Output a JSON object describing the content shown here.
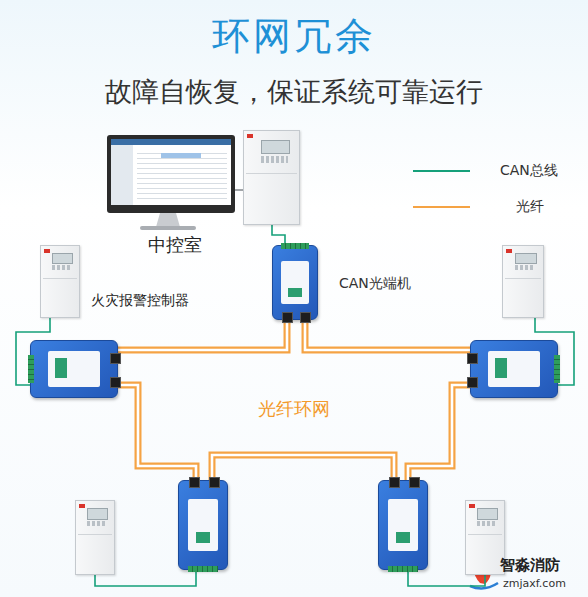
{
  "diagram": {
    "title": "环网冗余",
    "nodes": [
      {
        "text": [
          "中控室"
        ]
      },
      {
        "text": []
      },
      {
        "text": [
          "CAN光端机"
        ]
      },
      {
        "text": [
          "火灾报警控制器"
        ]
      },
      {
        "text": []
      },
      {
        "text": []
      },
      {
        "text": []
      },
      {
        "text": []
      },
      {
        "text": []
      },
      {
        "text": []
      },
      {
        "text": []
      }
    ],
    "edges": [
      {
        "from": 0,
        "to": 1,
        "arrow": "none"
      },
      {
        "from": 1,
        "to": 2,
        "arrow": "none"
      },
      {
        "from": 2,
        "to": 4,
        "arrow": "none"
      },
      {
        "from": 2,
        "to": 6,
        "arrow": "none"
      },
      {
        "from": 3,
        "to": 4,
        "arrow": "none"
      },
      {
        "from": 5,
        "to": 6,
        "arrow": "none"
      },
      {
        "from": 4,
        "to": 8,
        "arrow": "none"
      },
      {
        "from": 6,
        "to": 9,
        "arrow": "none"
      },
      {
        "from": 8,
        "to": 9,
        "arrow": "none"
      },
      {
        "from": 7,
        "to": 8,
        "arrow": "none"
      },
      {
        "from": 9,
        "to": 10,
        "arrow": "none"
      }
    ],
    "labels": [
      "故障自恢复，保证系统可靠运行",
      "光纤环网",
      "智淼消防",
      "zmjaxf.com"
    ],
    "legend": [
      {
        "text": "CAN总线"
      },
      {
        "text": "光纤"
      }
    ]
  }
}
